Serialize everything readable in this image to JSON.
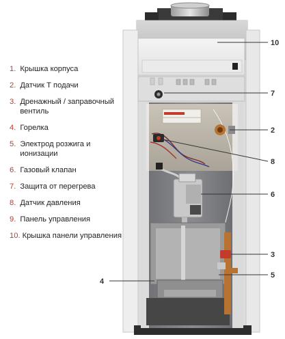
{
  "legend": [
    {
      "num": "1.",
      "text": "Крышка корпуса"
    },
    {
      "num": "2.",
      "text": "Датчик  Т подачи"
    },
    {
      "num": "3.",
      "text": "Дренажный / заправочный вентиль"
    },
    {
      "num": "4.",
      "text": "Горелка"
    },
    {
      "num": "5.",
      "text": "Электрод розжига и ионизации"
    },
    {
      "num": "6.",
      "text": "Газовый клапан"
    },
    {
      "num": "7.",
      "text": "Защита от перегрева"
    },
    {
      "num": "8.",
      "text": "Датчик давления"
    },
    {
      "num": "9.",
      "text": "Панель управления"
    },
    {
      "num": "10.",
      "text": "Крышка панели управления"
    }
  ],
  "callouts": {
    "c10": "10",
    "c7": "7",
    "c2": "2",
    "c8": "8",
    "c6": "6",
    "c3": "3",
    "c4": "4",
    "c5": "5"
  },
  "colors": {
    "legend_number": "#c0392b",
    "legend_text": "#222222",
    "casing": "#e6e6e6",
    "panel": "#f1f1f1",
    "interior": "#5a5b5e",
    "copper": "#b87333"
  }
}
